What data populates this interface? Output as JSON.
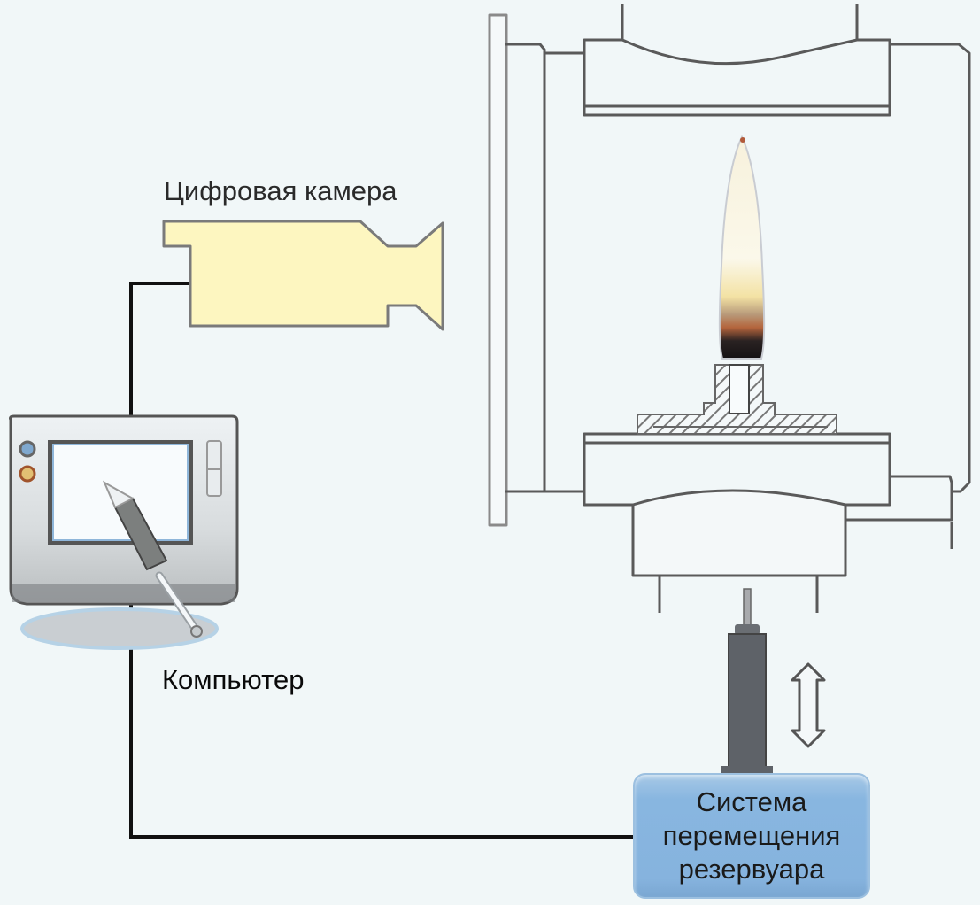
{
  "title": "Схема установки с цифровой камерой, горелкой и системой перемещения резервуара",
  "labels": {
    "camera": "Цифровая камера",
    "computer": "Компьютер",
    "reservoir_system": [
      "Система",
      "перемещения",
      "резервуара"
    ]
  },
  "components": [
    {
      "id": "digital-camera",
      "name": "Цифровая камера",
      "color": "#fdf6c0"
    },
    {
      "id": "computer",
      "name": "Компьютер"
    },
    {
      "id": "burner-chamber",
      "name": "Камера с горелкой"
    },
    {
      "id": "flame",
      "name": "Пламя"
    },
    {
      "id": "reservoir-syringe",
      "name": "Резервуар"
    },
    {
      "id": "vertical-motion-arrow",
      "name": "Направление перемещения (вверх/вниз)"
    },
    {
      "id": "reservoir-motion-system",
      "name": "Система перемещения резервуара",
      "color": "#86b3de"
    }
  ],
  "connections": [
    {
      "from": "computer",
      "to": "digital-camera"
    },
    {
      "from": "computer",
      "to": "reservoir-motion-system"
    }
  ],
  "colors": {
    "background": "#f1f7f8",
    "line": "#555555",
    "cable": "#111111",
    "camera_fill": "#fdf6c0",
    "reservoir_fill": "#86b3de"
  }
}
